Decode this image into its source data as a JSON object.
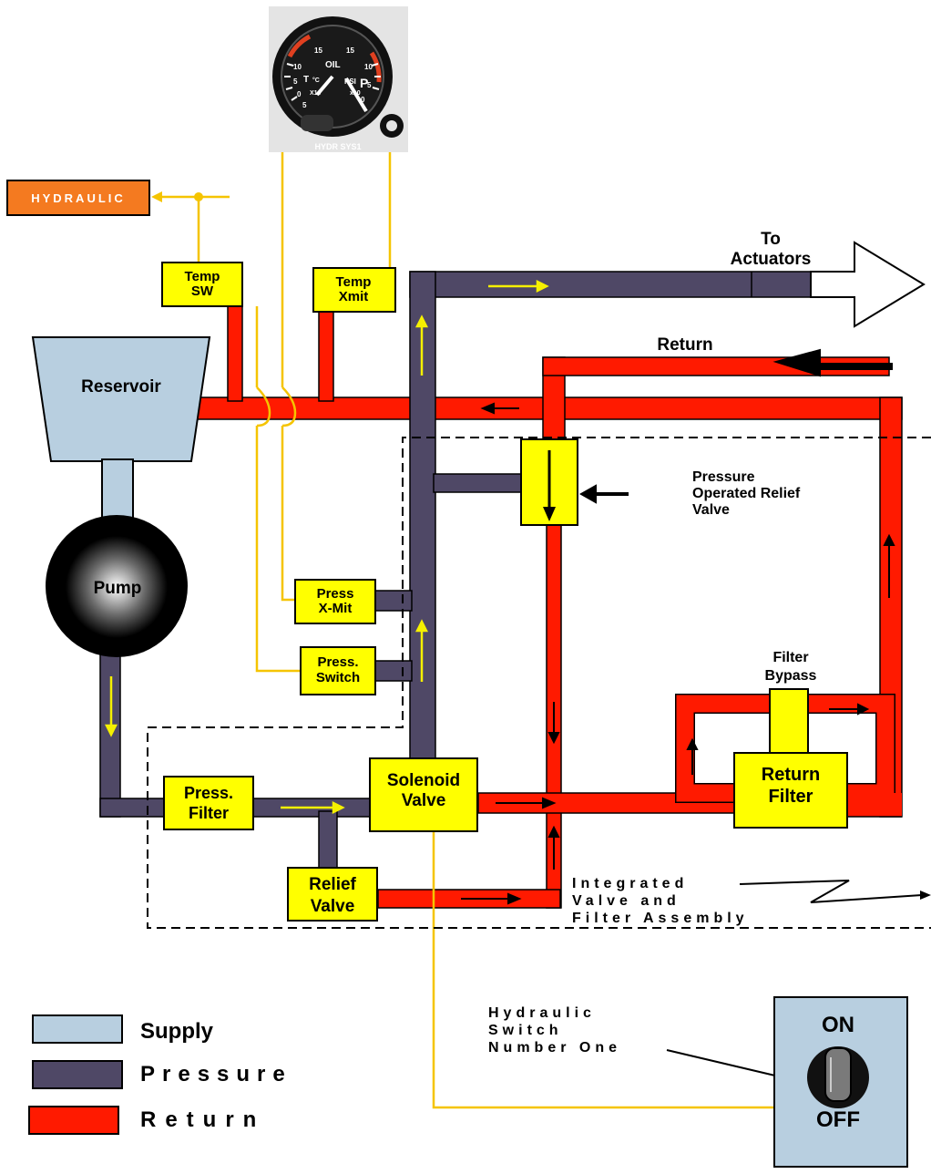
{
  "gauge": {
    "label_oil": "OIL",
    "label_psi": "PSI",
    "label_p": "P",
    "label_t": "T",
    "label_c": "°C",
    "label_x10": "X10",
    "label_x10_right": "x10",
    "caption": "HYDR SYS1",
    "temp_ticks": [
      "15",
      "10",
      "5",
      "0",
      "5"
    ],
    "press_ticks": [
      "15",
      "10",
      "5",
      "0"
    ]
  },
  "hydraulic_box": "HYDRAULIC",
  "components": {
    "temp_sw": [
      "Temp",
      "SW"
    ],
    "temp_xmit": [
      "Temp",
      "Xmit"
    ],
    "reservoir": "Reservoir",
    "pump": "Pump",
    "press_xmit": [
      "Press",
      "X-Mit"
    ],
    "press_switch": [
      "Press.",
      "Switch"
    ],
    "press_filter": [
      "Press.",
      "Filter"
    ],
    "solenoid_valve": [
      "Solenoid",
      "Valve"
    ],
    "relief_valve": [
      "Relief",
      "Valve"
    ],
    "return_filter": [
      "Return",
      "Filter"
    ]
  },
  "labels": {
    "to_actuators": [
      "To",
      "Actuators"
    ],
    "return": "Return",
    "pressure_relief": [
      "Pressure",
      "Operated Relief",
      "Valve"
    ],
    "filter_bypass": [
      "Filter",
      "Bypass"
    ],
    "integrated": [
      "Integrated",
      "Valve and",
      "Filter Assembly"
    ],
    "switch_label": [
      "Hydraulic",
      "Switch",
      "Number One"
    ]
  },
  "switch": {
    "on": "ON",
    "off": "OFF"
  },
  "legend": [
    {
      "label": "Supply",
      "color": "#b8cfe0"
    },
    {
      "label": "Pressure",
      "color": "#4f4866"
    },
    {
      "label": "Return",
      "color": "#ff1a00"
    }
  ],
  "colors": {
    "supply": "#b8cfe0",
    "pressure": "#4f4866",
    "return": "#ff1a00",
    "signal_wire": "#f5c400",
    "component": "#ffff00",
    "hydraulic_box": "#f47a20"
  }
}
